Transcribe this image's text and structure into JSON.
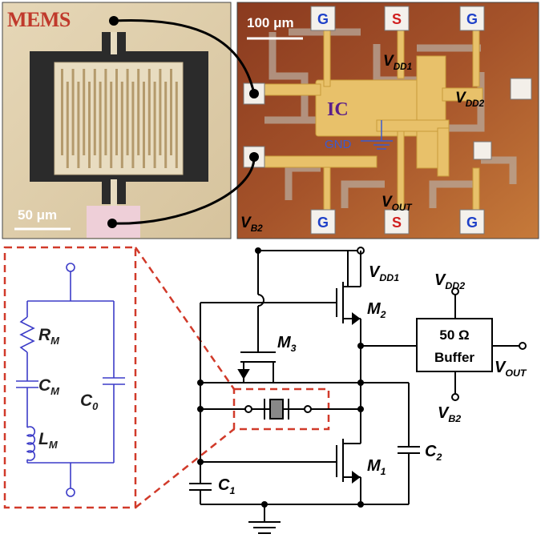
{
  "photo_mems": {
    "title": "MEMS",
    "scale_label": "50 μm"
  },
  "photo_ic": {
    "scale_label": "100 μm",
    "ic_label": "IC",
    "gnd_label": "GND",
    "pad_top": [
      "G",
      "S",
      "G"
    ],
    "pad_bottom": [
      "G",
      "S",
      "G"
    ],
    "vdd1": {
      "main": "V",
      "sub": "DD1"
    },
    "vdd2": {
      "main": "V",
      "sub": "DD2"
    },
    "vout": {
      "main": "V",
      "sub": "OUT"
    },
    "vb2": {
      "main": "V",
      "sub": "B2"
    }
  },
  "equivalent_circuit": {
    "rm": {
      "main": "R",
      "sub": "M"
    },
    "cm": {
      "main": "C",
      "sub": "M"
    },
    "lm": {
      "main": "L",
      "sub": "M"
    },
    "c0": {
      "main": "C",
      "sub": "0"
    }
  },
  "schematic": {
    "vdd1": {
      "main": "V",
      "sub": "DD1"
    },
    "vdd2": {
      "main": "V",
      "sub": "DD2"
    },
    "vout": {
      "main": "V",
      "sub": "OUT"
    },
    "vb2": {
      "main": "V",
      "sub": "B2"
    },
    "m1": {
      "main": "M",
      "sub": "1"
    },
    "m2": {
      "main": "M",
      "sub": "2"
    },
    "m3": {
      "main": "M",
      "sub": "3"
    },
    "c1": {
      "main": "C",
      "sub": "1"
    },
    "c2": {
      "main": "C",
      "sub": "2"
    },
    "buffer_line1": "50 Ω",
    "buffer_line2": "Buffer"
  },
  "colors": {
    "mems_title": "#c0392b",
    "ic_label": "#5b1f8a",
    "gnd": "#3a5bd0",
    "pad_g": "#1e40c8",
    "pad_s": "#d01e1e",
    "dashed": "#d13a2a",
    "eq_circuit": "#3c3cc8"
  }
}
